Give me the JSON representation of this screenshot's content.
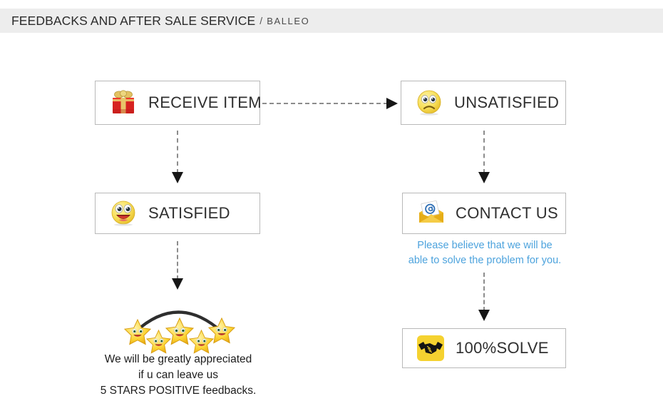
{
  "header": {
    "title": "FEEDBACKS AND AFTER SALE SERVICE",
    "separator": "/",
    "brand": "BALLEO",
    "background_color": "#ededed",
    "text_color": "#2b2b2b"
  },
  "flow": {
    "nodes": [
      {
        "id": "receive-item",
        "label": "RECEIVE ITEM",
        "icon": "gift-box-icon"
      },
      {
        "id": "unsatisfied",
        "label": "UNSATISFIED",
        "icon": "sad-face-icon"
      },
      {
        "id": "satisfied",
        "label": "SATISFIED",
        "icon": "happy-face-icon"
      },
      {
        "id": "contact-us",
        "label": "CONTACT US",
        "icon": "email-envelope-icon"
      },
      {
        "id": "solve",
        "label": "100%SOLVE",
        "icon": "handshake-icon"
      }
    ],
    "connectors": [
      {
        "id": "receive-to-unsatisfied",
        "direction": "right",
        "style": "dashed"
      },
      {
        "id": "receive-to-satisfied",
        "direction": "down",
        "style": "dashed"
      },
      {
        "id": "unsatisfied-to-contact",
        "direction": "down",
        "style": "dashed"
      },
      {
        "id": "satisfied-to-stars",
        "direction": "down",
        "style": "dashed"
      },
      {
        "id": "contact-to-solve",
        "direction": "down",
        "style": "dashed"
      }
    ]
  },
  "contact_note": {
    "line1": "Please believe that we will be",
    "line2": "able to solve the problem for you.",
    "color": "#4da3dd"
  },
  "rating": {
    "star_count": 5,
    "star_icon": "smiling-star-icon",
    "arc_color": "#2e2e2e",
    "message_line1": "We will be greatly appreciated",
    "message_line2": "if u can leave us",
    "message_line3": "5 STARS POSITIVE feedbacks.",
    "text_color": "#1d1d1d"
  },
  "colors": {
    "box_border": "#b9b9b9",
    "box_fill": "#ffffff",
    "arrow": "#8c8c8c",
    "arrow_head": "#161616",
    "gift_red": "#d62220",
    "gift_gold": "#e8c66a",
    "face_yellow": "#f7df5a",
    "envelope_yellow": "#f2c230",
    "at_blue": "#2f6fb5",
    "handshake_yellow": "#f5d230",
    "handshake_black": "#1a1a1a",
    "star_yellow": "#fbd332"
  }
}
